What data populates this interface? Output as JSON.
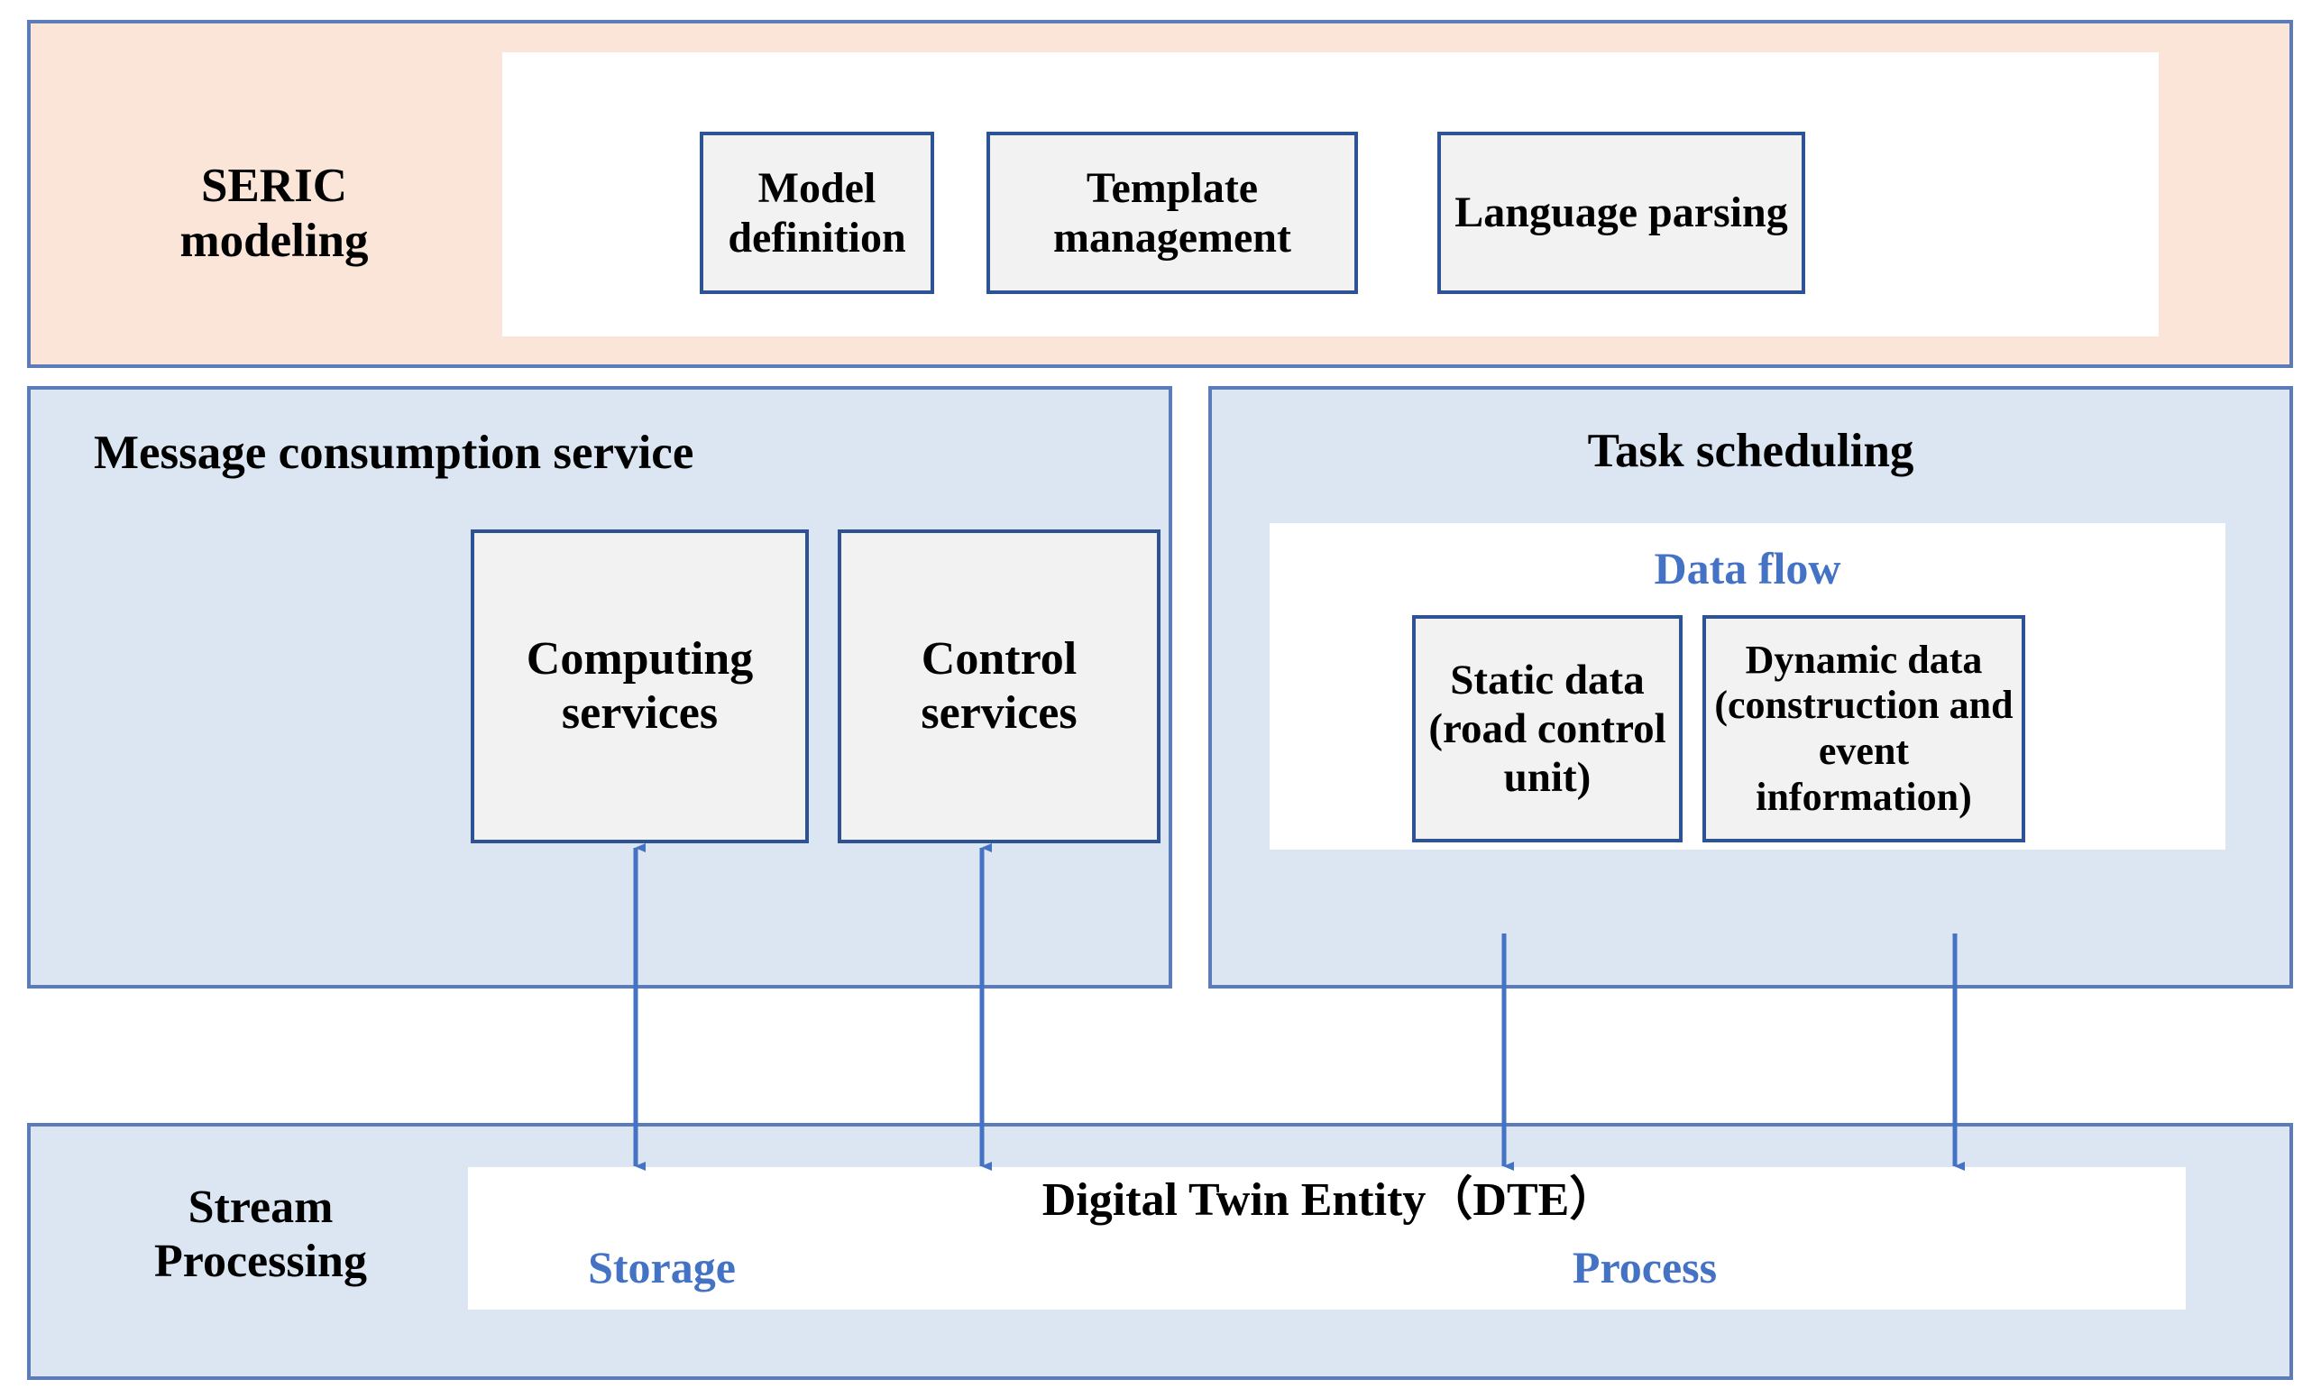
{
  "diagram": {
    "title": "SERIC modeling / Digital Twin service architecture",
    "colors": {
      "peach_panel": "#FAE5D8",
      "blue_panel": "#DCE6F2",
      "panel_border": "#5B7CB8",
      "node_border": "#2E5395",
      "node_fill": "#F2F2F2",
      "accent_text": "#4472C4",
      "arrow": "#4472C4",
      "text": "#000000"
    }
  },
  "layers": {
    "modeling": {
      "label": "SERIC\nmodeling",
      "nodes": [
        {
          "label": "Model\ndefinition"
        },
        {
          "label": "Template\nmanagement"
        },
        {
          "label": "Language\nparsing"
        }
      ]
    },
    "message_service": {
      "title": "Message consumption service",
      "nodes": [
        {
          "label": "Computing\nservices"
        },
        {
          "label": "Control\nservices"
        }
      ]
    },
    "task_scheduling": {
      "title": "Task scheduling",
      "subtitle": "Data flow",
      "nodes": [
        {
          "label": "Static data\n(road\ncontrol unit)"
        },
        {
          "label": "Dynamic data\n(construction and\nevent\ninformation)"
        }
      ]
    },
    "stream_processing": {
      "label": "Stream\nProcessing",
      "entity_title": "Digital Twin Entity（DTE）",
      "capabilities": [
        {
          "label": "Storage"
        },
        {
          "label": "Process"
        }
      ]
    }
  },
  "connectors": [
    {
      "from": "Computing services",
      "to": "Digital Twin Entity",
      "style": "double-headed-vertical"
    },
    {
      "from": "Control services",
      "to": "Digital Twin Entity",
      "style": "double-headed-vertical"
    },
    {
      "from": "Static data (road control unit)",
      "to": "Digital Twin Entity",
      "style": "single-headed-down"
    },
    {
      "from": "Dynamic data (construction and event information)",
      "to": "Digital Twin Entity",
      "style": "single-headed-down"
    }
  ]
}
